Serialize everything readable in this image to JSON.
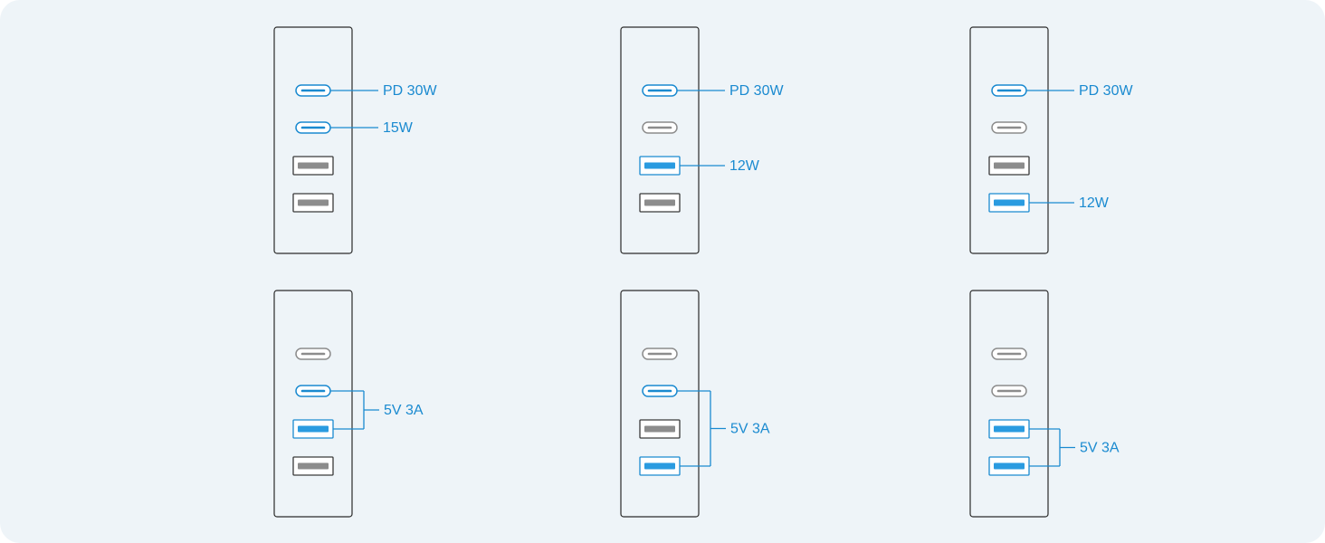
{
  "colors": {
    "background": "#eef4f8",
    "panel_fill": "#eef4f8",
    "panel_border": "#2b2b2b",
    "active": "#1a8ad0",
    "active_fill": "#2a9be0",
    "inactive": "#8c8c8c",
    "label": "#1a8ad0"
  },
  "port_types": [
    "usb-c",
    "usb-c",
    "usb-a",
    "usb-a"
  ],
  "configurations": [
    {
      "active_ports": [
        0,
        1
      ],
      "labels": [
        {
          "ports": [
            0
          ],
          "text": "PD 30W"
        },
        {
          "ports": [
            1
          ],
          "text": "15W"
        }
      ]
    },
    {
      "active_ports": [
        0,
        2
      ],
      "labels": [
        {
          "ports": [
            0
          ],
          "text": "PD 30W"
        },
        {
          "ports": [
            2
          ],
          "text": "12W"
        }
      ]
    },
    {
      "active_ports": [
        0,
        3
      ],
      "labels": [
        {
          "ports": [
            0
          ],
          "text": "PD 30W"
        },
        {
          "ports": [
            3
          ],
          "text": "12W"
        }
      ]
    },
    {
      "active_ports": [
        1,
        2
      ],
      "labels": [
        {
          "ports": [
            1,
            2
          ],
          "text": "5V 3A"
        }
      ]
    },
    {
      "active_ports": [
        1,
        3
      ],
      "labels": [
        {
          "ports": [
            1,
            3
          ],
          "text": "5V 3A"
        }
      ]
    },
    {
      "active_ports": [
        2,
        3
      ],
      "labels": [
        {
          "ports": [
            2,
            3
          ],
          "text": "5V 3A"
        }
      ]
    }
  ]
}
